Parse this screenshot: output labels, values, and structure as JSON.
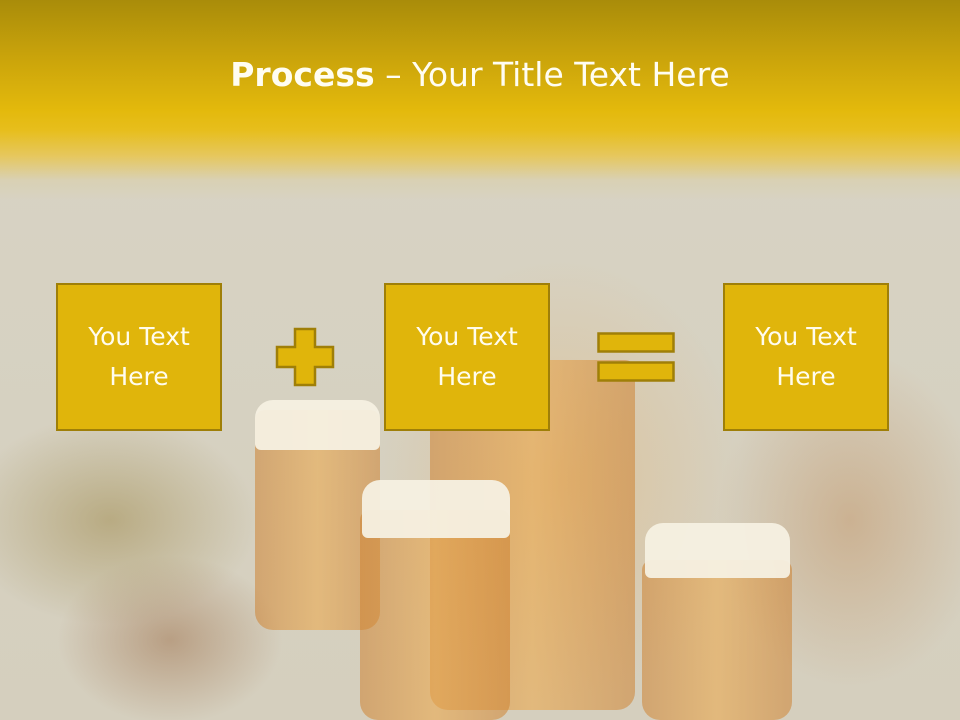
{
  "slide": {
    "title_bold": "Process",
    "title_rest": " – Your Title Text Here",
    "boxes": [
      {
        "text": "You Text Here"
      },
      {
        "text": "You Text Here"
      },
      {
        "text": "You Text Here"
      }
    ],
    "operators": [
      "plus-icon",
      "equals-icon"
    ],
    "colors": {
      "header_dark": "#a98c0a",
      "header_light": "#e3b90c",
      "box_fill": "#e0b50b",
      "box_border": "#9f7f08",
      "text": "#fffcee"
    }
  }
}
